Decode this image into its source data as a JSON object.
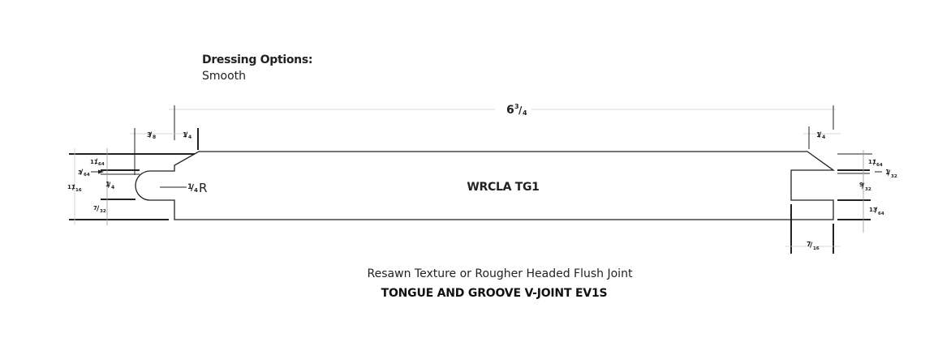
{
  "dressing": {
    "label": "Dressing Options:",
    "value": "Smooth"
  },
  "profile": {
    "code": "WRCLA TG1",
    "overall_width": {
      "whole": "6",
      "num": "3",
      "den": "4"
    },
    "radius_label": {
      "num": "1",
      "den": "4",
      "suffix": "R"
    }
  },
  "dimensions": {
    "left": {
      "top_offset_a": {
        "num": "3",
        "den": "8"
      },
      "top_offset_b": {
        "num": "1",
        "den": "4"
      },
      "upper_lip": {
        "num": "11",
        "den": "64"
      },
      "tongue_step": {
        "num": "3",
        "den": "64"
      },
      "overall_thickness": {
        "num": "11",
        "den": "16"
      },
      "tongue_thickness": {
        "num": "1",
        "den": "4"
      },
      "lower_lip": {
        "num": "7",
        "den": "32"
      }
    },
    "right": {
      "top_offset": {
        "num": "1",
        "den": "4"
      },
      "upper_lip": {
        "num": "11",
        "den": "64"
      },
      "gap": {
        "num": "1",
        "den": "32"
      },
      "groove_width": {
        "num": "9",
        "den": "32"
      },
      "lower_lip": {
        "num": "13",
        "den": "64"
      },
      "groove_depth": {
        "num": "7",
        "den": "16"
      }
    }
  },
  "caption": {
    "subtitle": "Resawn Texture or Rougher Headed Flush Joint",
    "title": "TONGUE AND GROOVE V-JOINT EV1S"
  },
  "colors": {
    "line": "#222222",
    "thin_line": "#bbbbbb",
    "background": "#ffffff"
  }
}
